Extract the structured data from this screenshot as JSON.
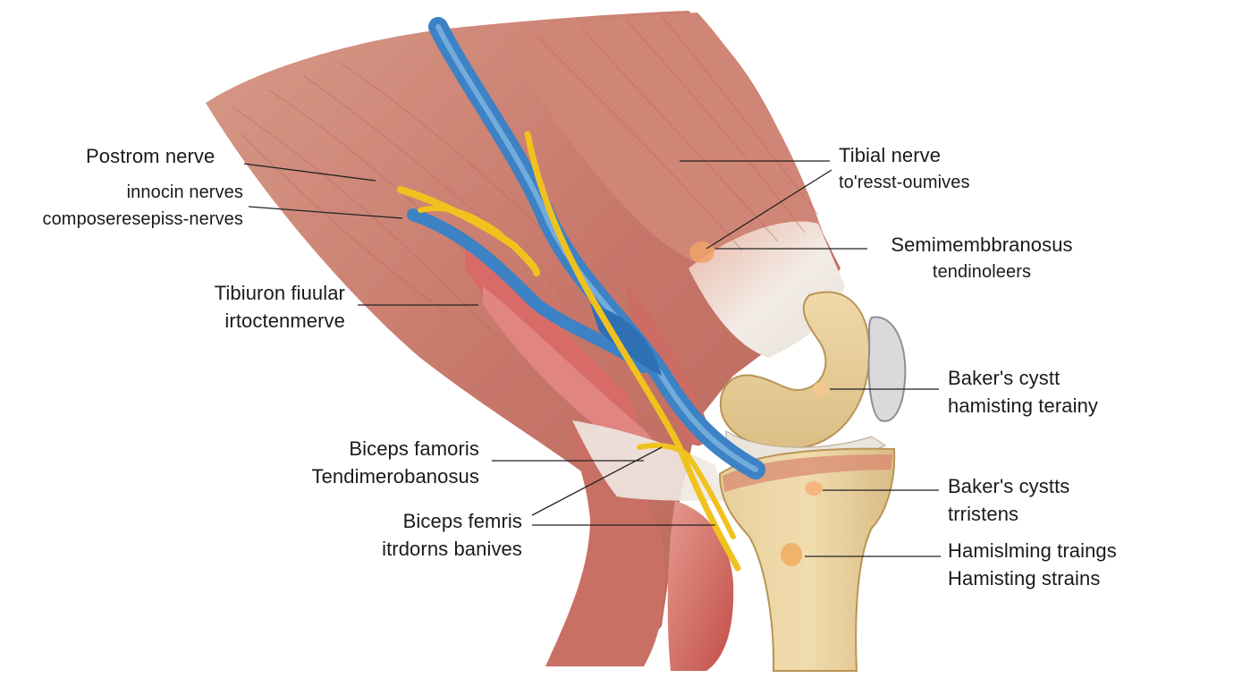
{
  "labels": {
    "postrom": {
      "lines": [
        "Postrom nerve"
      ]
    },
    "innocin": {
      "lines": [
        "innocin nerves",
        "composeresepiss-nerves"
      ]
    },
    "tibiuron": {
      "lines": [
        "Tibiuron fiuular",
        "irtoctenmerve"
      ]
    },
    "biceps_famoris": {
      "lines": [
        "Biceps famoris",
        "Tendimerobanosus"
      ]
    },
    "biceps_femris": {
      "lines": [
        "Biceps femris",
        "itrdorns banives"
      ]
    },
    "tibial": {
      "lines": [
        "Tibial nerve",
        "to'resst-oumives"
      ]
    },
    "semimem": {
      "lines": [
        "Semimembbranosus",
        "tendinoleers"
      ]
    },
    "baker1": {
      "lines": [
        "Baker's cystt",
        "hamisting terainy"
      ]
    },
    "baker2": {
      "lines": [
        "Baker's cystts",
        "trristens"
      ]
    },
    "hamisting": {
      "lines": [
        "Hamislming traings",
        "Hamisting strains"
      ]
    }
  },
  "colors": {
    "muscle": "#c97b6e",
    "muscle_dark": "#a9544b",
    "tendon": "#ece6df",
    "bone": "#e8cf9f",
    "nerve_blue": "#3f86c6",
    "nerve_yellow": "#f0c21e",
    "leader": "#222222"
  }
}
